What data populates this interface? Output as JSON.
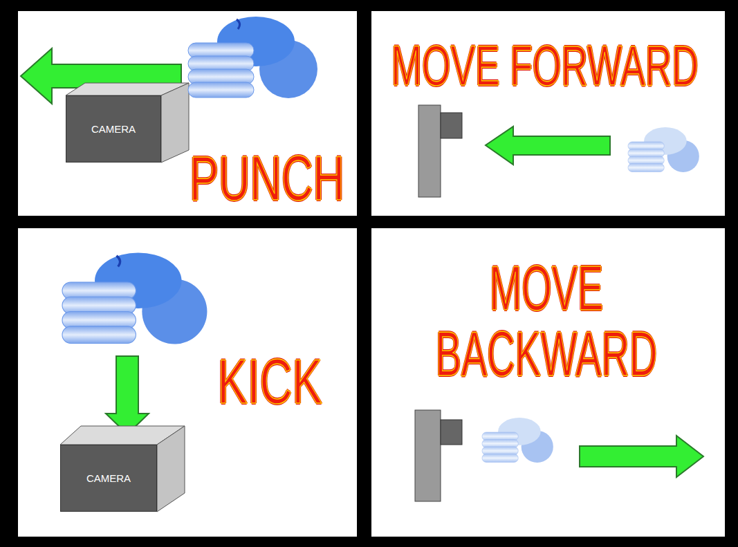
{
  "diagram": {
    "nodes": [
      {
        "text": [
          "CAMERA"
        ]
      },
      {
        "text": [
          "CAMERA"
        ]
      }
    ],
    "labels": [
      "PUNCH",
      "MOVE FORWARD",
      "KICK",
      "MOVE BACKWARD"
    ]
  }
}
